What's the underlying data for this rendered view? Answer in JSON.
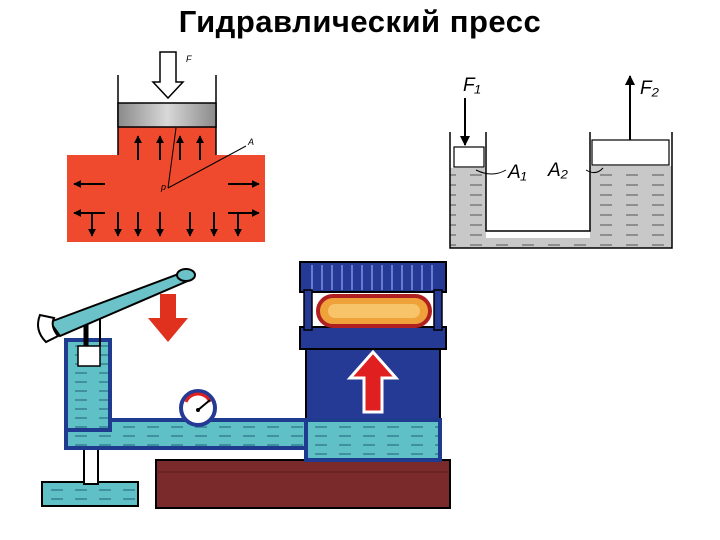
{
  "title": "Гидравлический пресс",
  "left_diagram": {
    "force_label": "F",
    "pressure_label": "p",
    "area_label": "A"
  },
  "right_diagram": {
    "f1_label": "F₁",
    "f2_label": "F₂",
    "a1_label": "A₁",
    "a2_label": "A₂"
  },
  "colors": {
    "fluid_red": "#f04a2e",
    "fluid_blue": "#5fc1c6",
    "press_blue": "#243a94",
    "base_brown": "#7a2a2a"
  }
}
